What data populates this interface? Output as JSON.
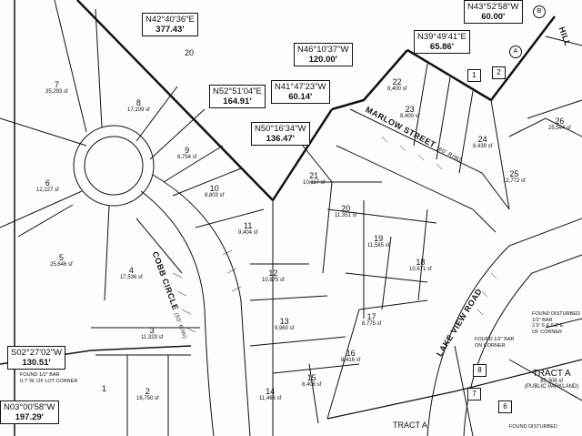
{
  "callouts": {
    "c1": {
      "bearing": "N42°40'36\"E",
      "dist": "377.43'"
    },
    "c2": {
      "bearing": "N52°51'04\"E",
      "dist": "164.91'"
    },
    "c3": {
      "bearing": "N41°47'23\"W",
      "dist": "60.14'"
    },
    "c4": {
      "bearing": "N46°10'37\"W",
      "dist": "120.00'"
    },
    "c5": {
      "bearing": "N50°16'34\"W",
      "dist": "136.47'"
    },
    "c6": {
      "bearing": "N39°49'41\"E",
      "dist": "65.86'"
    },
    "c7": {
      "bearing": "N43°52'58\"W",
      "dist": "60.00'"
    },
    "c8": {
      "bearing": "S02°27'02\"W",
      "dist": "130.51'"
    },
    "c9": {
      "bearing": "N03°00'58\"W",
      "dist": "197.29'"
    }
  },
  "lots": [
    {
      "n": "1",
      "a": ""
    },
    {
      "n": "2",
      "a": "16,750 sf"
    },
    {
      "n": "3",
      "a": "11,329 sf"
    },
    {
      "n": "4",
      "a": "17,536 sf"
    },
    {
      "n": "5",
      "a": "25,646 sf"
    },
    {
      "n": "6",
      "a": "12,227 sf"
    },
    {
      "n": "7",
      "a": "35,293 sf"
    },
    {
      "n": "8",
      "a": "17,109 sf"
    },
    {
      "n": "9",
      "a": "8,754 sf"
    },
    {
      "n": "10",
      "a": "8,803 sf"
    },
    {
      "n": "11",
      "a": "9,404 sf"
    },
    {
      "n": "12",
      "a": "10,875 sf"
    },
    {
      "n": "13",
      "a": "9,960 sf"
    },
    {
      "n": "14",
      "a": "11,466 sf"
    },
    {
      "n": "15",
      "a": "8,406 sf"
    },
    {
      "n": "16",
      "a": "8,416 sf"
    },
    {
      "n": "17",
      "a": "8,775 sf"
    },
    {
      "n": "18",
      "a": "10,671 sf"
    },
    {
      "n": "19",
      "a": "11,585 sf"
    },
    {
      "n": "20",
      "a": "11,351 sf"
    },
    {
      "n": "21",
      "a": "10,117 sf"
    },
    {
      "n": "22",
      "a": "8,400 sf"
    },
    {
      "n": "23",
      "a": "8,400 sf"
    },
    {
      "n": "24",
      "a": "8,439 sf"
    },
    {
      "n": "25",
      "a": "12,772 sf"
    },
    {
      "n": "26",
      "a": "25,544 sf"
    }
  ],
  "parcel_20_top": "20",
  "streets": {
    "cobb": "COBB CIRCLE",
    "cobb_row": "(50' R/W)",
    "marlow": "MARLOW STREET",
    "marlow_row": "(60' R/W)",
    "lake_view": "LAKE VIEW ROAD",
    "hill": "HILL"
  },
  "boxes": {
    "b1": "1",
    "b2": "2",
    "b7": "7",
    "b8": "8",
    "b6": "6"
  },
  "circles": {
    "a": "A",
    "b": "B"
  },
  "notes": {
    "found_left_1": "FOUND 1/2\" BAR",
    "found_left_2": "0.7' W. OF LOT CORNER",
    "found_mid_1": "FOUND 1/2\" BAR",
    "found_mid_2": "ON CORNER",
    "found_right_1": "FOUND DISTURBED",
    "found_right_2": "1/2\" BAR",
    "found_right_3": "2.9' S & 0.8' E",
    "found_right_4": "OF CORNER",
    "found_bottom": "FOUND DISTURBED"
  },
  "tract_a_right": {
    "name": "TRACT A",
    "area": "85,306 sf",
    "use": "(PUBLIC PARKLAND)"
  },
  "tract_a_bottom": "TRACT A"
}
